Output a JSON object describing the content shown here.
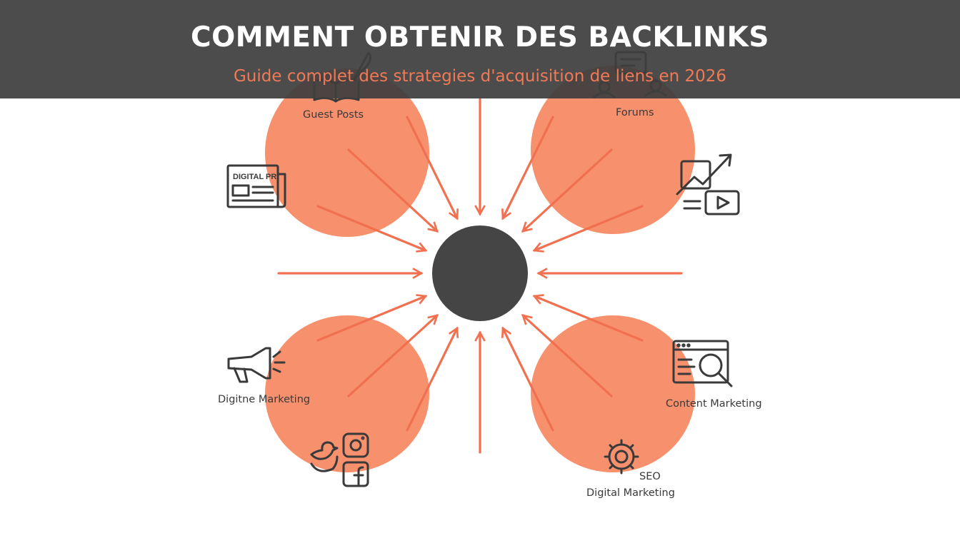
{
  "banner": {
    "title": "COMMENT OBTENIR DES BACKLINKS",
    "subtitle": "Guide complet des strategies d'acquisition de liens en 2026"
  },
  "diagram": {
    "hub_color": "#454545",
    "petal_color": "#f7906d",
    "arrow_color": "#f07050",
    "labels": {
      "guest_posts": "Guest Posts",
      "forums": "Forums",
      "digital_pr": "DIGITAL PR",
      "digital_marketing_left": "Digitne Marketing",
      "content_marketing": "Content Marketing",
      "seo": "SEO",
      "digital_marketing_bottom": "Digital Marketing"
    },
    "icons": [
      "book-quill-icon",
      "forum-chat-icon",
      "newspaper-icon",
      "growth-chart-video-icon",
      "megaphone-icon",
      "browser-search-icon",
      "gear-icon",
      "twitter-icon",
      "instagram-icon",
      "facebook-icon"
    ]
  }
}
